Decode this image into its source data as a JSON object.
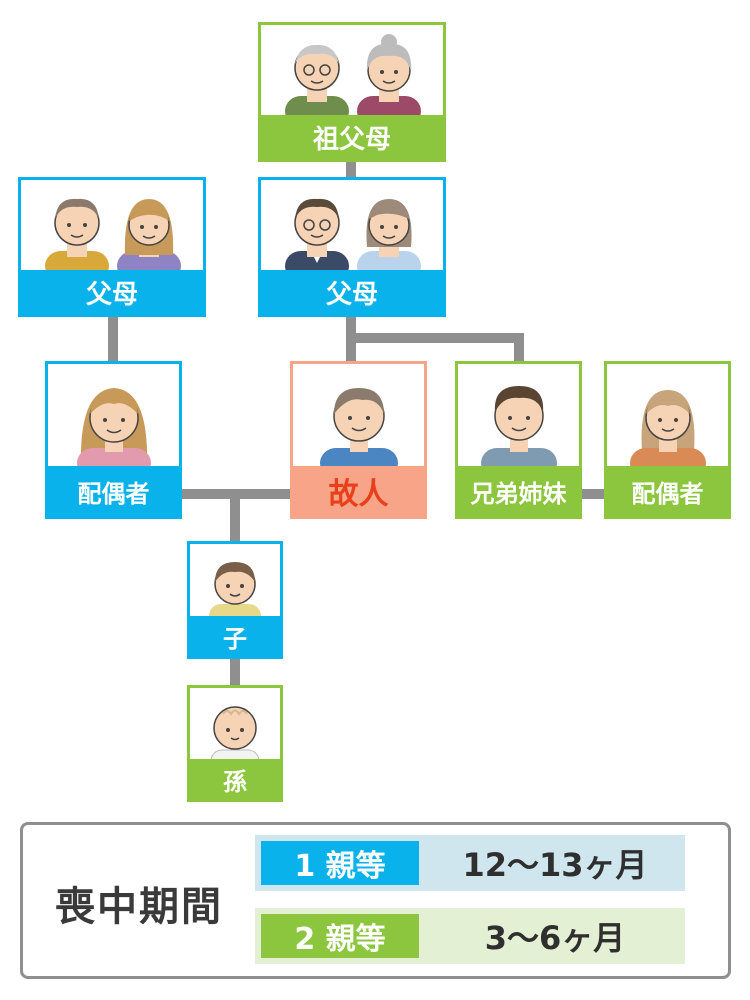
{
  "tree": {
    "grandparents": "祖父母",
    "spouse_parents": "父母",
    "parents": "父母",
    "spouse": "配偶者",
    "deceased": "故人",
    "siblings": "兄弟姉妹",
    "sibling_spouse": "配偶者",
    "child": "子",
    "grandchild": "孫"
  },
  "legend": {
    "title": "喪中期間",
    "rows": [
      {
        "degree": "1 親等",
        "period": "12～13ヶ月",
        "tag_color": "#0ab2ec",
        "bg_color": "#cfe6ef"
      },
      {
        "degree": "2 親等",
        "period": "3～6ヶ月",
        "tag_color": "#8cc63f",
        "bg_color": "#e3f0d3"
      }
    ]
  },
  "colors": {
    "first_degree": "#0ab2ec",
    "second_degree": "#8cc63f",
    "deceased_fill": "#f7a488",
    "deceased_text": "#e9401c",
    "connector": "#8f8f8f"
  },
  "icons": [
    "grandparents-icon",
    "parents-icon",
    "person-icon",
    "child-icon",
    "baby-icon"
  ]
}
